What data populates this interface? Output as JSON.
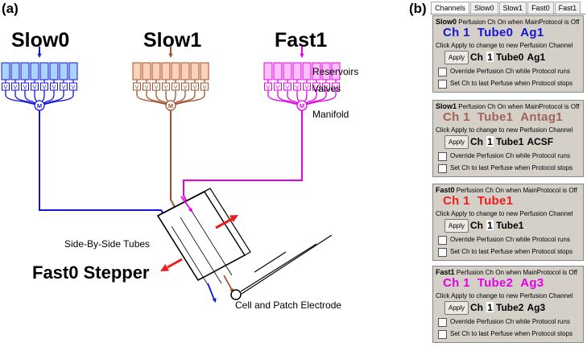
{
  "panels": {
    "a": "(a)",
    "b": "(b)"
  },
  "diagram": {
    "channels": [
      {
        "title": "Slow0",
        "color": "#1515d8"
      },
      {
        "title": "Slow1",
        "color": "#a0522d"
      },
      {
        "title": "Fast1",
        "color": "#e400e4"
      }
    ],
    "reservoir_valve_letter": "V",
    "manifold_letter": "M",
    "labels": {
      "reservoirs": "Reservoirs",
      "valves": "Valves",
      "manifold": "Manifold",
      "tubes": "Side-By-Side Tubes",
      "stepper": "Fast0 Stepper",
      "cell": "Cell and Patch Electrode"
    },
    "stepper_color": "#ee1c1c"
  },
  "ui": {
    "tabs": [
      "Channels",
      "Slow0",
      "Slow1",
      "Fast0",
      "Fast1"
    ],
    "hint": "Click Apply to change to new Perfusion Channel",
    "apply_label": "Apply",
    "override_label": "Override Perfusion Ch while Protocol runs",
    "setlast_label": "Set Ch to last Perfuse when Protocol stops",
    "groups": [
      {
        "name": "Slow0",
        "desc": "Perfusion Ch On when MainProtocol is Off",
        "color": "#1515d8",
        "state": [
          "Ch 1",
          "Tube0",
          "Ag1"
        ],
        "ch_word": "Ch",
        "ch_num": "1",
        "current": [
          "Tube0",
          "Ag1"
        ]
      },
      {
        "name": "Slow1",
        "desc": "Perfusion Ch On when MainProtocol is Off",
        "color": "#a0645a",
        "state": [
          "Ch 1",
          "Tube1",
          "Antag1"
        ],
        "ch_word": "Ch",
        "ch_num": "1",
        "current": [
          "Tube1",
          "ACSF"
        ]
      },
      {
        "name": "Fast0",
        "desc": "Perfusion Ch On when MainProtocol is Off",
        "color": "#ee1c1c",
        "state": [
          "Ch 1",
          "Tube1",
          ""
        ],
        "ch_word": "Ch",
        "ch_num": "1",
        "current": [
          "Tube1",
          ""
        ]
      },
      {
        "name": "Fast1",
        "desc": "Perfusion Ch On when MainProtocol is Off",
        "color": "#e400e4",
        "state": [
          "Ch 1",
          "Tube2",
          "Ag3"
        ],
        "ch_word": "Ch",
        "ch_num": "1",
        "current": [
          "Tube2",
          "Ag3"
        ]
      }
    ]
  }
}
